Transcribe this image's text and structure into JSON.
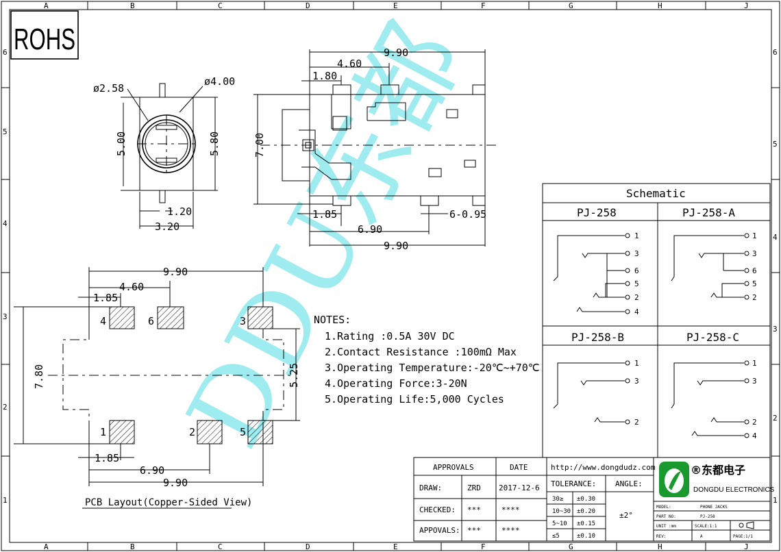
{
  "border": {
    "col_labels": [
      "A",
      "B",
      "C",
      "D",
      "E",
      "F",
      "G",
      "H",
      "J"
    ],
    "row_labels": [
      "6",
      "5",
      "4",
      "3",
      "2",
      "1"
    ]
  },
  "rohs": "ROHS",
  "watermark": "DDU东都",
  "side_view": {
    "d1": "ø2.58",
    "d2": "ø4.00",
    "h1": "5.00",
    "h2": "5.80",
    "w1": "1.20",
    "w2": "3.20"
  },
  "top_view": {
    "overall": "9.90",
    "d460": "4.60",
    "d180": "1.80",
    "height": "7.00",
    "d185": "1.85",
    "d690": "6.90",
    "pins": "6-0.95",
    "bottom": "9.90"
  },
  "pcb": {
    "top_overall": "9.90",
    "d460": "4.60",
    "d185": "1.85",
    "height": "7.80",
    "inner": "5.25",
    "b185": "1.85",
    "b690": "6.90",
    "b990": "9.90",
    "pads": [
      "4",
      "6",
      "3",
      "1",
      "2",
      "5"
    ],
    "caption": "PCB Layout(Copper-Sided View)"
  },
  "notes": {
    "heading": "NOTES:",
    "items": [
      "1.Rating :0.5A 30V DC",
      "2.Contact Resistance :100mΩ Max",
      "3.Operating Temperature:-20℃~+70℃",
      "4.Operating Force:3-20N",
      "5.Operating Life:5,000 Cycles"
    ]
  },
  "schematic": {
    "title": "Schematic",
    "panels": [
      {
        "name": "PJ-258",
        "pins": [
          "1",
          "3",
          "6",
          "5",
          "2",
          "4"
        ]
      },
      {
        "name": "PJ-258-A",
        "pins": [
          "1",
          "3",
          "6",
          "5",
          "2"
        ]
      },
      {
        "name": "PJ-258-B",
        "pins": [
          "1",
          "3",
          "2"
        ]
      },
      {
        "name": "PJ-258-C",
        "pins": [
          "1",
          "3",
          "2",
          "4"
        ]
      }
    ]
  },
  "title_block": {
    "approvals": "APPROVALS",
    "date": "DATE",
    "draw_label": "DRAW:",
    "draw_name": "ZRD",
    "draw_date": "2017-12-6",
    "checked_label": "CHECKED:",
    "checked_name": "***",
    "checked_date": "****",
    "appovals_label": "APPOVALS:",
    "appovals_name": "***",
    "appovals_date": "****",
    "url": "http://www.dongdudz.com",
    "tolerance": "TOLERANCE:",
    "angle": "ANGLE:",
    "tol_rows": [
      {
        "range": "30≥",
        "tol": "±0.30"
      },
      {
        "range": "10~30",
        "tol": "±0.20"
      },
      {
        "range": "5~10",
        "tol": "±0.15"
      },
      {
        "range": "≤5",
        "tol": "±0.10"
      }
    ],
    "angle_value": "±2°",
    "company_cn": "®东都电子",
    "company_en": "DONGDU ELECTRONICS",
    "model_label": "MODEL:",
    "model_value": "PHONE JACKS",
    "partno_label": "PART NO:",
    "partno_value": "PJ-258",
    "unit_label": "UNIT :mm",
    "scale": "SCALE:1:1",
    "rev_label": "REV:",
    "rev_value": "A",
    "page": "PAGE:1/1"
  },
  "colors": {
    "watermark": "#7fe6ec",
    "logo_green": "#1a9a2e"
  }
}
